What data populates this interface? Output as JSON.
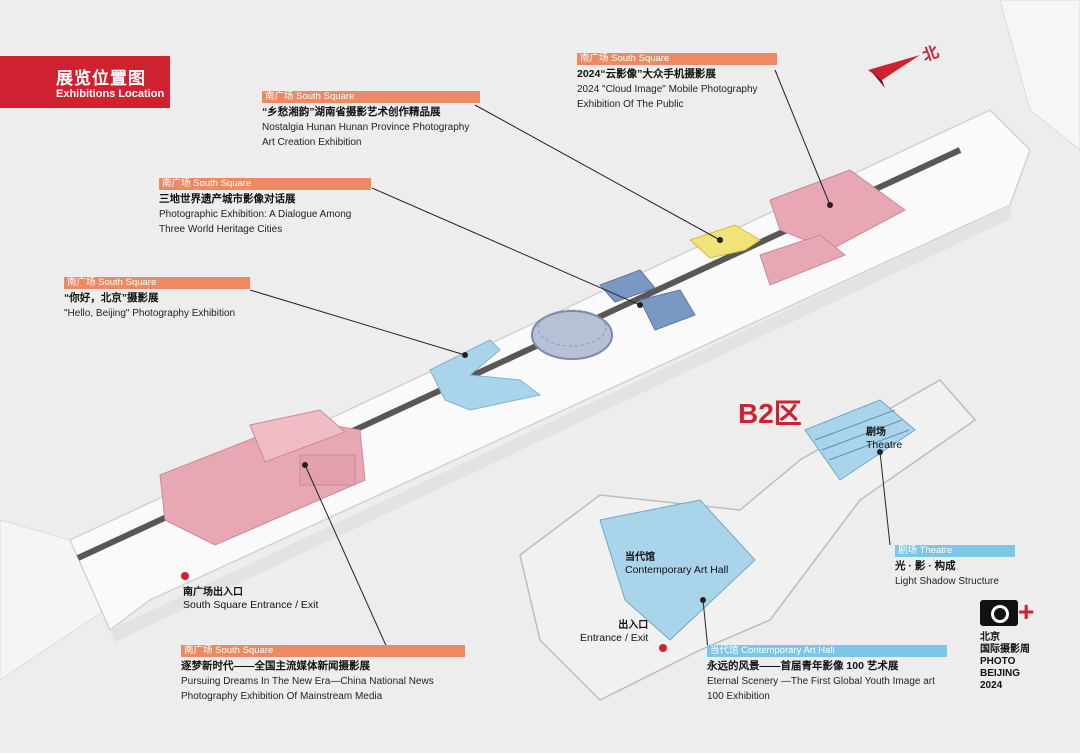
{
  "header": {
    "title_zh": "展览位置图",
    "title_en": "Exhibitions Location"
  },
  "north_marker": "北",
  "b2_zone_label": "B2区",
  "exhibitions": [
    {
      "tag": "南广场 South Square",
      "zh": "2024“云影像”大众手机摄影展",
      "en": "2024 \"Cloud Image\" Mobile Photography Exhibition Of The Public"
    },
    {
      "tag": "南广场 South Square",
      "zh": "“乡愁湘韵”湖南省摄影艺术创作精品展",
      "en": "Nostalgia Hunan Hunan Province Photography Art Creation Exhibition"
    },
    {
      "tag": "南广场 South Square",
      "zh": "三地世界遗产城市影像对话展",
      "en": "Photographic Exhibition: A Dialogue Among Three World Heritage Cities"
    },
    {
      "tag": "南广场 South Square",
      "zh": "“你好，北京”摄影展",
      "en": "\"Hello, Beijing\" Photography Exhibition"
    },
    {
      "tag": "南广场 South Square",
      "zh": "逐梦新时代——全国主流媒体新闻摄影展",
      "en": "Pursuing Dreams In The New Era—China National News Photography Exhibition Of Mainstream Media"
    },
    {
      "tag": "当代馆 Contemporary Art Hall",
      "zh": "永远的风景——首届青年影像 100 艺术展",
      "en": "Eternal Scenery —The First Global Youth Image art 100 Exhibition"
    },
    {
      "tag": "剧场 Theatre",
      "zh": "光 · 影 · 构成",
      "en": "Light Shadow Structure"
    }
  ],
  "places": {
    "south_entrance_zh": "南广场出入口",
    "south_entrance_en": "South Square Entrance / Exit",
    "hall_zh": "当代馆",
    "hall_en": "Contemporary Art Hall",
    "theatre_zh": "剧场",
    "theatre_en": "Theatre",
    "exit_zh": "出入口",
    "exit_en": "Entrance / Exit"
  },
  "logo": {
    "line1": "北京",
    "line2": "国际摄影周",
    "line3": "PHOTO",
    "line4": "BEIJING",
    "line5": "2024"
  },
  "colors": {
    "brand_red": "#cf2231",
    "south_square_tag": "#ee8a63",
    "hall_tag": "#7cc6e6",
    "pink_zone": "#e7a8b3",
    "blue_zone": "#a9d4ea",
    "yellow_zone": "#f2e27a",
    "navy_zone": "#7b97c4"
  }
}
